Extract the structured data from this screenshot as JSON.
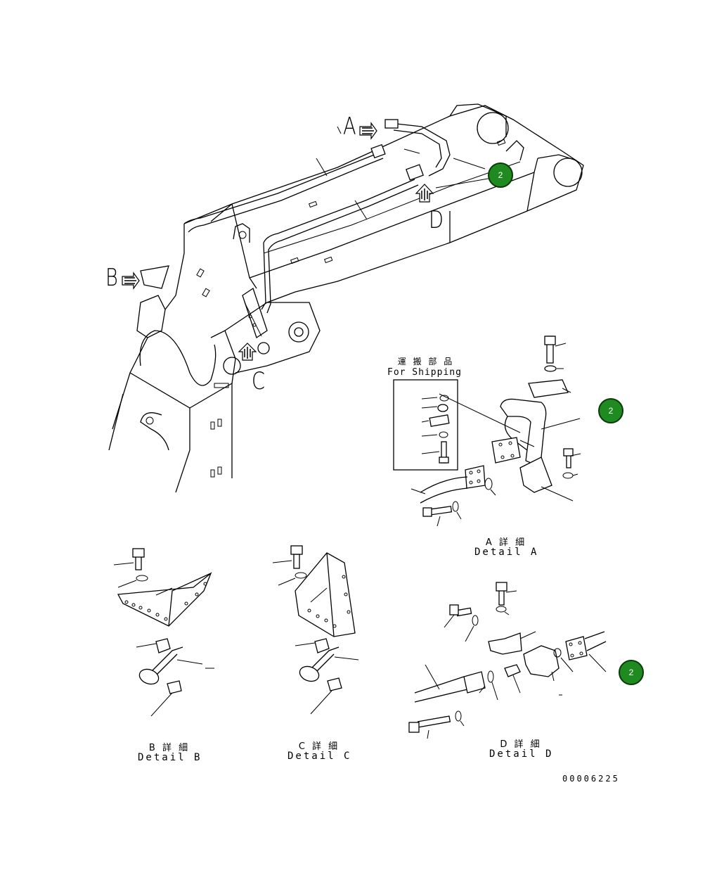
{
  "view_labels": {
    "a": "A",
    "b": "B",
    "c": "C",
    "d": "D"
  },
  "shipping": {
    "title_jp": "運 搬 部 品",
    "title_en": "For Shipping"
  },
  "details": {
    "a": {
      "jp": "A 詳 細",
      "en": "Detail A"
    },
    "b": {
      "jp": "B 詳 細",
      "en": "Detail B"
    },
    "c": {
      "jp": "C 詳 細",
      "en": "Detail C"
    },
    "d": {
      "jp": "D 詳 細",
      "en": "Detail D"
    }
  },
  "drawing_number": "00006225",
  "callouts": [
    {
      "label": "2"
    },
    {
      "label": "2"
    },
    {
      "label": "2"
    }
  ],
  "colors": {
    "marker_fill": "#1f8a1f",
    "marker_border": "#0a3a0a",
    "line": "#000000"
  }
}
